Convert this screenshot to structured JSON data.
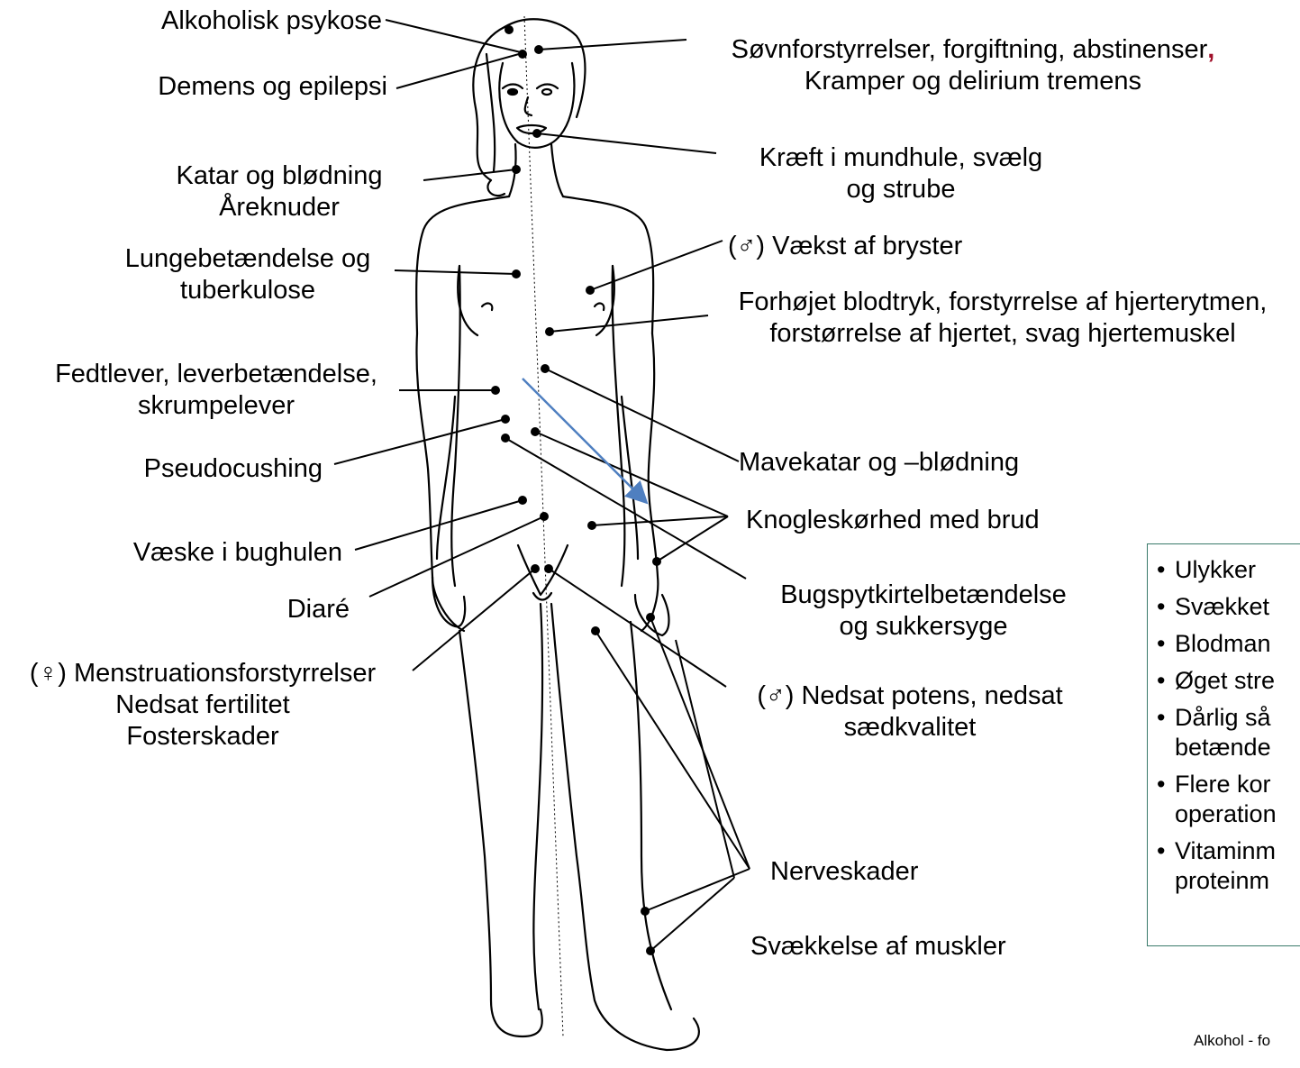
{
  "labels": {
    "alkoholisk_psykose": "Alkoholisk psykose",
    "demens": "Demens og epilepsi",
    "soevn_line1": "Søvnforstyrrelser, forgiftning, abstinenser",
    "soevn_comma": ",",
    "soevn_line2": "Kramper og delirium tremens",
    "kraeft_line1": "Kræft i mundhule, svælg",
    "kraeft_line2": "og strube",
    "katar_line1": "Katar og blødning",
    "katar_line2": "Åreknuder",
    "bryster": "(♂) Vækst af bryster",
    "lunge_line1": "Lungebetændelse og",
    "lunge_line2": "tuberkulose",
    "hjerte_line1": "Forhøjet blodtryk, forstyrrelse af hjerterytmen,",
    "hjerte_line2": "forstørrelse af hjertet, svag hjertemuskel",
    "fedtlever_line1": "Fedtlever, leverbetændelse,",
    "fedtlever_line2": "skrumpelever",
    "mavekatar": "Mavekatar og –blødning",
    "pseudocushing": "Pseudocushing",
    "knogle": "Knogleskørhed med brud",
    "vaeske": "Væske i bughulen",
    "diare": "Diaré",
    "bugspyt_line1": "Bugspytkirtelbetændelse",
    "bugspyt_line2": "og sukkersyge",
    "menstruation_line1": "(♀) Menstruationsforstyrrelser",
    "menstruation_line2": "Nedsat fertilitet",
    "menstruation_line3": "Fosterskader",
    "potens_line1": "(♂) Nedsat potens, nedsat",
    "potens_line2": "sædkvalitet",
    "nerveskader": "Nerveskader",
    "muskler": "Svækkelse af muskler"
  },
  "sidebox": {
    "items": [
      {
        "line1": "Ulykker",
        "line2": ""
      },
      {
        "line1": "Svækket",
        "line2": ""
      },
      {
        "line1": "Blodman",
        "line2": ""
      },
      {
        "line1": "Øget stre",
        "line2": ""
      },
      {
        "line1": "Dårlig så",
        "line2": "betænde"
      },
      {
        "line1": "Flere kor",
        "line2": "operation"
      },
      {
        "line1": "Vitaminm",
        "line2": "proteinm"
      }
    ]
  },
  "footer": "Alkohol - fo",
  "colors": {
    "lines": "#000000",
    "arrow": "#4f7fc0",
    "sidebox_border": "#3a7a6a",
    "comma": "#a0102a"
  }
}
